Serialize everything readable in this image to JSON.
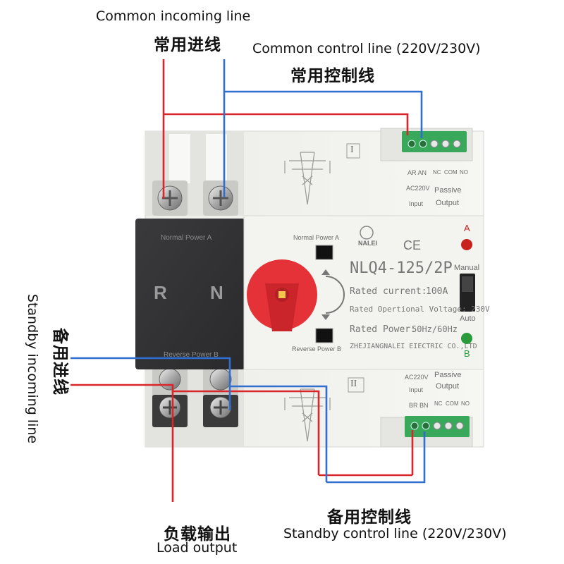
{
  "labels": {
    "common_incoming_en": "Common incoming line",
    "common_incoming_cn": "常用进线",
    "common_control_en": "Common control line (220V/230V)",
    "common_control_cn": "常用控制线",
    "standby_incoming_en": "Standby incoming line",
    "standby_incoming_cn": "备用进线",
    "standby_control_cn": "备用控制线",
    "standby_control_en": "Standby control line (220V/230V)",
    "load_output_cn": "负载输出",
    "load_output_en": "Load output"
  },
  "device": {
    "panel_left": {
      "top": "Normal Power A",
      "bottom": "Reverse Power B",
      "r": "R",
      "n": "N"
    },
    "brand": "NALEI",
    "ce": "CE",
    "model": "NLQ4-125/2P",
    "rated_current_label": "Rated current:",
    "rated_current_value": "100A",
    "rated_voltage": "Rated Opertional Voltage: 230V",
    "rated_power_label": "Rated Power:",
    "rated_power_value": "50Hz/60Hz",
    "maker": "ZHEJIANGNALEI EIECTRIC CO.,LTD",
    "normal_power_a": "Normal Power A",
    "reverse_power_b": "Reverse Power B",
    "led_a": "A",
    "led_b": "B",
    "manual": "Manual",
    "auto": "Auto",
    "roman_1": "I",
    "roman_2": "II",
    "top_block": {
      "ar_an": "AR AN",
      "nc": "NC",
      "com": "COM",
      "no": "NO",
      "ac220v": "AC220V",
      "passive": "Passive",
      "input": "Input",
      "output": "Output"
    },
    "bottom_block": {
      "ac220v": "AC220V",
      "passive": "Passive",
      "input": "Input",
      "output": "Output",
      "br_bn": "BR BN",
      "nc": "NC",
      "com": "COM",
      "no": "NO"
    }
  },
  "colors": {
    "live_wire": "#d9262b",
    "neutral_wire": "#2f6fcf",
    "led_a": "#c8221f",
    "led_b": "#2a9a3a",
    "knob": "#e53138",
    "terminal_green": "#3aa85a"
  }
}
